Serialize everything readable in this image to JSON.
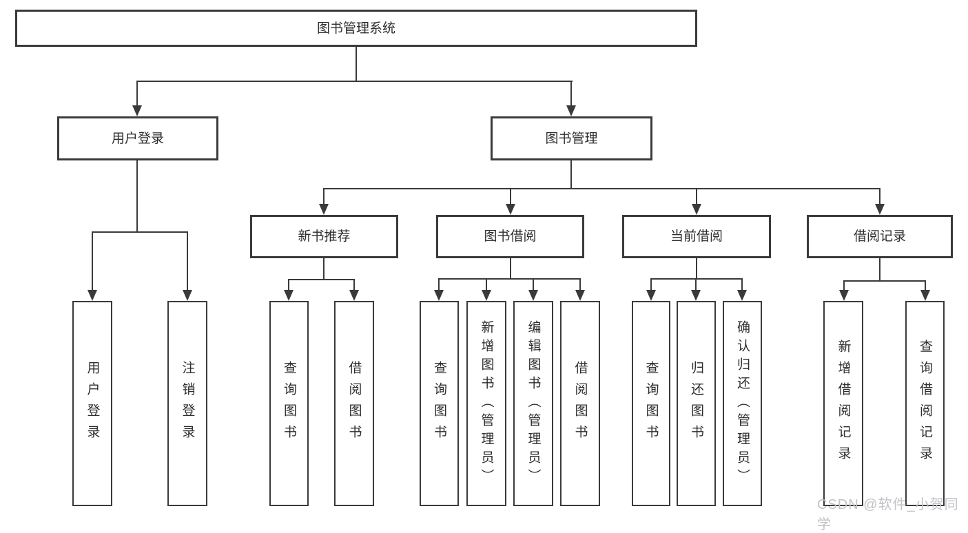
{
  "tree": {
    "label": "图书管理系统",
    "children": [
      {
        "label": "用户登录",
        "children": [
          {
            "label": "用户登录"
          },
          {
            "label": "注销登录"
          }
        ]
      },
      {
        "label": "图书管理",
        "children": [
          {
            "label": "新书推荐",
            "children": [
              {
                "label": "查询图书"
              },
              {
                "label": "借阅图书"
              }
            ]
          },
          {
            "label": "图书借阅",
            "children": [
              {
                "label": "查询图书"
              },
              {
                "label": "新增图书（管理员）"
              },
              {
                "label": "编辑图书（管理员）"
              },
              {
                "label": "借阅图书"
              }
            ]
          },
          {
            "label": "当前借阅",
            "children": [
              {
                "label": "查询图书"
              },
              {
                "label": "归还图书"
              },
              {
                "label": "确认归还（管理员）"
              }
            ]
          },
          {
            "label": "借阅记录",
            "children": [
              {
                "label": "新增借阅记录"
              },
              {
                "label": "查询借阅记录"
              }
            ]
          }
        ]
      }
    ]
  },
  "watermark": {
    "text": "CSDN @软件_小贺同学"
  },
  "colors": {
    "line": "#3a3a3a",
    "text": "#2d2d2d",
    "background": "#ffffff",
    "watermark": "#c2c2c7"
  }
}
